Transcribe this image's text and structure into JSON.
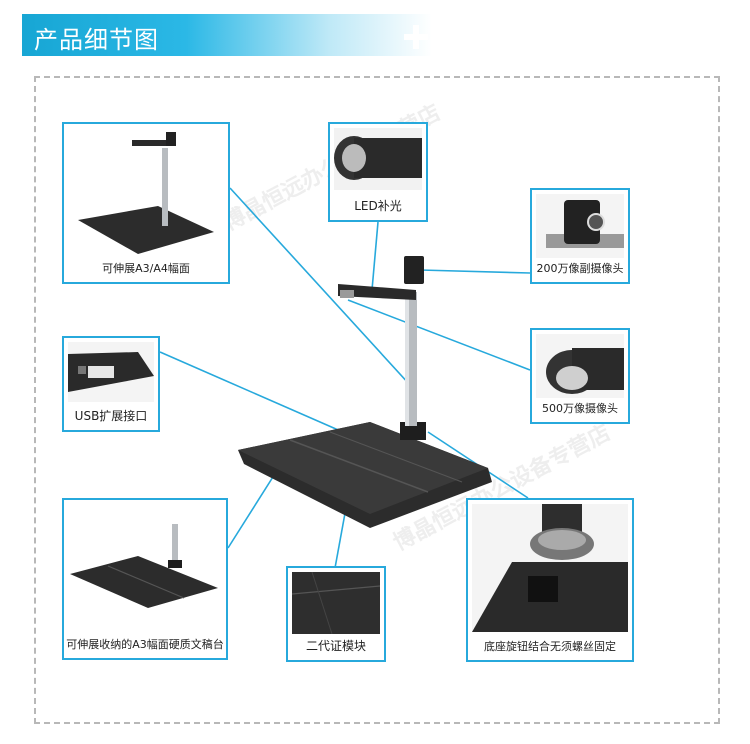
{
  "header": {
    "title": "产品细节图"
  },
  "callouts": {
    "extend": "可伸展A3/A4幅面",
    "led": "LED补光",
    "cam2m": "200万像副摄像头",
    "usb": "USB扩展接口",
    "cam5m": "500万像摄像头",
    "fold": "可伸展收纳的A3幅面硬质文稿台",
    "idcard": "二代证模块",
    "base": "底座旋钮结合无须螺丝固定"
  },
  "watermark": "博晶恒远办公设备专营店",
  "colors": {
    "accent": "#27a9dc",
    "device": "#2a2a2a"
  }
}
